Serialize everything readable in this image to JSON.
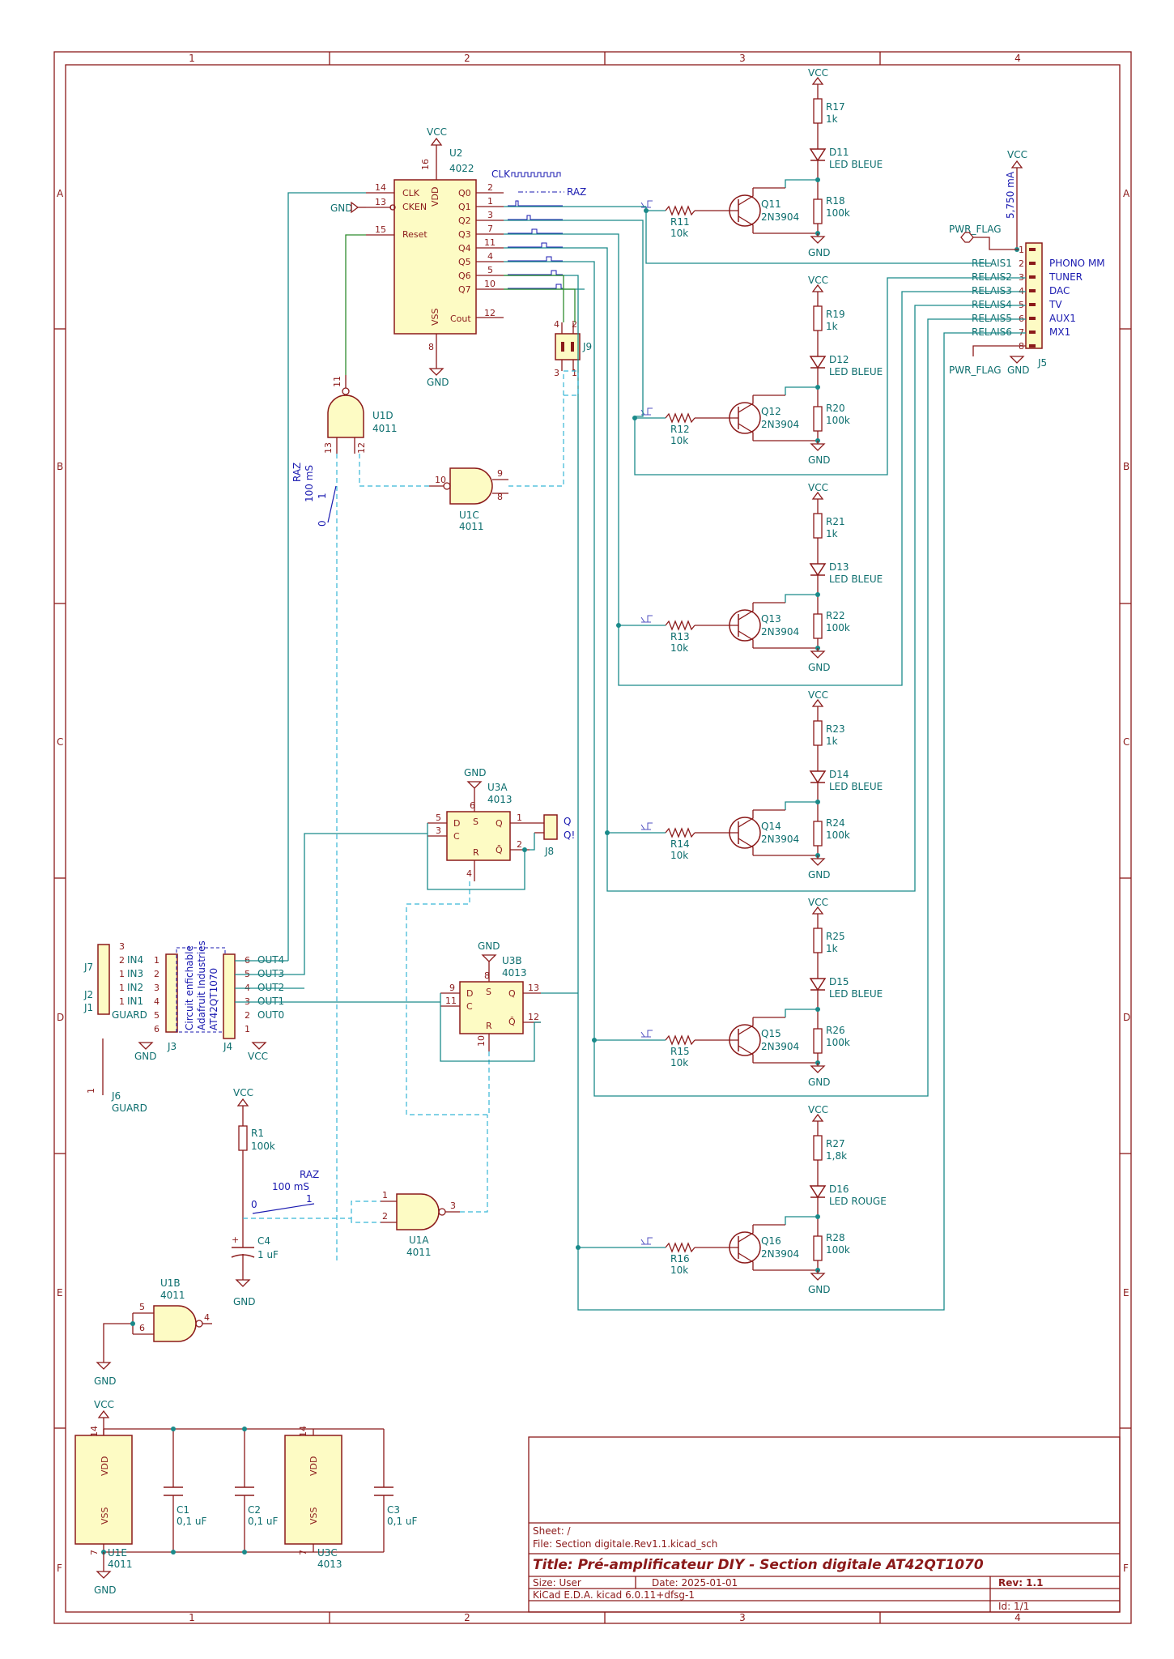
{
  "frame": {
    "columns": [
      "1",
      "2",
      "3",
      "4"
    ],
    "rows": [
      "A",
      "B",
      "C",
      "D",
      "E",
      "F"
    ]
  },
  "title_block": {
    "sheet": "Sheet: /",
    "file": "File: Section digitale.Rev1.1.kicad_sch",
    "title": "Title: Pré-amplificateur DIY - Section digitale AT42QT1070",
    "size": "Size: User",
    "date": "Date: 2025-01-01",
    "rev": "Rev: 1.1",
    "tool": "KiCad E.D.A.  kicad 6.0.11+dfsg-1",
    "id": "Id: 1/1"
  },
  "u2": {
    "ref": "U2",
    "value": "4022",
    "vcc": "VCC",
    "gnd": "GND",
    "pins_left": [
      "CLK",
      "CKEN",
      "Reset"
    ],
    "pins_left_num": [
      "14",
      "13",
      "15"
    ],
    "pins_right": [
      "Q0",
      "Q1",
      "Q2",
      "Q3",
      "Q4",
      "Q5",
      "Q6",
      "Q7",
      "Cout"
    ],
    "pins_right_num": [
      "2",
      "1",
      "3",
      "7",
      "11",
      "4",
      "5",
      "10",
      "12"
    ],
    "vdd": "VDD",
    "vss": "VSS",
    "vdd_num": "16",
    "vss_num": "8",
    "clk_label": "CLK",
    "raz_label": "RAZ",
    "gnd_left": "GND"
  },
  "j9": {
    "ref": "J9",
    "pins": [
      "4",
      "2",
      "3",
      "1"
    ]
  },
  "u1d": {
    "ref": "U1D",
    "value": "4011",
    "pins": [
      "11",
      "13",
      "12"
    ]
  },
  "u1c": {
    "ref": "U1C",
    "value": "4011",
    "pins": [
      "10",
      "9",
      "8"
    ]
  },
  "raz_switch_top": {
    "name": "RAZ",
    "time": "100 mS",
    "n1": "1",
    "n0": "0"
  },
  "stages": [
    {
      "q": "Q11",
      "r_base": "R11",
      "r_led": "R17",
      "r_led_val": "1k",
      "d": "D11",
      "led": "LED BLEUE",
      "r_pull": "R18"
    },
    {
      "q": "Q12",
      "r_base": "R12",
      "r_led": "R19",
      "r_led_val": "1k",
      "d": "D12",
      "led": "LED BLEUE",
      "r_pull": "R20"
    },
    {
      "q": "Q13",
      "r_base": "R13",
      "r_led": "R21",
      "r_led_val": "1k",
      "d": "D13",
      "led": "LED BLEUE",
      "r_pull": "R22"
    },
    {
      "q": "Q14",
      "r_base": "R14",
      "r_led": "R23",
      "r_led_val": "1k",
      "d": "D14",
      "led": "LED BLEUE",
      "r_pull": "R24"
    },
    {
      "q": "Q15",
      "r_base": "R15",
      "r_led": "R25",
      "r_led_val": "1k",
      "d": "D15",
      "led": "LED BLEUE",
      "r_pull": "R26"
    },
    {
      "q": "Q16",
      "r_base": "R16",
      "r_led": "R27",
      "r_led_val": "1,8k",
      "d": "D16",
      "led": "LED ROUGE",
      "r_pull": "R28"
    }
  ],
  "stage_common": {
    "q_type": "2N3904",
    "r_base_val": "10k",
    "r_pull_val": "100k",
    "vcc": "VCC",
    "gnd": "GND"
  },
  "j5": {
    "ref": "J5",
    "nets": [
      "RELAIS1",
      "RELAIS2",
      "RELAIS3",
      "RELAIS4",
      "RELAIS5",
      "RELAIS6"
    ],
    "pins": [
      "1",
      "2",
      "3",
      "4",
      "5",
      "6",
      "7",
      "8"
    ],
    "labels": [
      "PHONO MM",
      "TUNER",
      "DAC",
      "TV",
      "AUX1",
      "MX1"
    ],
    "vcc": "VCC",
    "current": "5,750 mA",
    "pwr_flag": "PWR_FLAG",
    "gnd": "GND"
  },
  "u3a": {
    "ref": "U3A",
    "value": "4013",
    "gnd": "GND",
    "pins": [
      "5",
      "3",
      "1",
      "2",
      "4",
      "6"
    ],
    "labels": [
      "D",
      "C",
      "S",
      "Q",
      "R",
      "Q̄"
    ]
  },
  "j8": {
    "ref": "J8",
    "labels": [
      "Q",
      "Q!"
    ]
  },
  "u3b": {
    "ref": "U3B",
    "value": "4013",
    "gnd": "GND",
    "pins": [
      "9",
      "11",
      "13",
      "12",
      "10",
      "8"
    ],
    "labels": [
      "D",
      "C",
      "S",
      "Q",
      "R",
      "Q̄"
    ]
  },
  "j7": {
    "ref": "J7",
    "pins": [
      "3",
      "2",
      "1",
      "1",
      "1"
    ],
    "j2": "J2",
    "j1": "J1"
  },
  "j3": {
    "ref": "J3",
    "labels": [
      "IN4",
      "IN3",
      "IN2",
      "IN1",
      "GUARD"
    ],
    "pins": [
      "1",
      "2",
      "3",
      "4",
      "5",
      "6"
    ],
    "gnd": "GND"
  },
  "adafruit": {
    "line1": "Circuit enfichable",
    "line2": "Adafruit Industries",
    "line3": "AT42QT1070"
  },
  "j4": {
    "ref": "J4",
    "labels": [
      "OUT4",
      "OUT3",
      "OUT2",
      "OUT1",
      "OUT0"
    ],
    "pins": [
      "6",
      "5",
      "4",
      "3",
      "2",
      "1"
    ],
    "vcc": "VCC"
  },
  "j6": {
    "ref": "J6",
    "label": "GUARD",
    "pin": "1"
  },
  "r1": {
    "ref": "R1",
    "value": "100k",
    "vcc": "VCC"
  },
  "c4": {
    "ref": "C4",
    "value": "1 uF",
    "gnd": "GND"
  },
  "raz_switch_bot": {
    "name": "RAZ",
    "time": "100 mS",
    "n0": "0",
    "n1": "1"
  },
  "u1a": {
    "ref": "U1A",
    "value": "4011",
    "pins": [
      "1",
      "2",
      "3"
    ]
  },
  "u1b": {
    "ref": "U1B",
    "value": "4011",
    "pins": [
      "5",
      "6",
      "4"
    ],
    "gnd": "GND"
  },
  "power": {
    "vcc": "VCC",
    "gnd": "GND",
    "u1e": {
      "ref": "U1E",
      "value": "4011",
      "vdd": "VDD",
      "vss": "VSS",
      "p14": "14",
      "p7": "7"
    },
    "u3c": {
      "ref": "U3C",
      "value": "4013",
      "vdd": "VDD",
      "vss": "VSS",
      "p14": "14",
      "p7": "7"
    },
    "c1": {
      "ref": "C1",
      "value": "0,1 uF"
    },
    "c2": {
      "ref": "C2",
      "value": "0,1 uF"
    },
    "c3": {
      "ref": "C3",
      "value": "0,1 uF"
    }
  },
  "colors": {
    "component": "#8b1a1a",
    "wire": "#1a8a8a",
    "fill": "#fdfbc4",
    "bus_label": "#1a1ab0"
  }
}
